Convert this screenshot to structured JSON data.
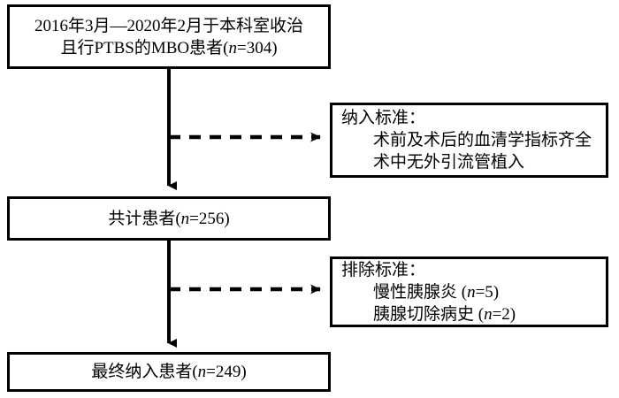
{
  "diagram": {
    "type": "flowchart",
    "orientation": "vertical",
    "title": "Patient selection flow diagram",
    "colors": {
      "stroke": "#000000",
      "fill": "#ffffff",
      "text": "#000000"
    },
    "nodes": {
      "source": {
        "line1": "2016年3月—2020年2月于本科室收治",
        "line2_prefix": "且行PTBS的MBO患者(",
        "line2_italic": "n",
        "line2_suffix": "=304)"
      },
      "total": {
        "prefix": "共计患者(",
        "italic": "n",
        "suffix": "=256)"
      },
      "final": {
        "prefix": "最终纳入患者(",
        "italic": "n",
        "suffix": "=249)"
      },
      "inclusion": {
        "title": "纳入标准：",
        "item1": "术前及术后的血清学指标齐全",
        "item2": "术中无外引流管植入"
      },
      "exclusion": {
        "title": "排除标准：",
        "item1_prefix": "慢性胰腺炎 (",
        "item1_italic": "n",
        "item1_suffix": "=5)",
        "item2_prefix": "胰腺切除病史 (",
        "item2_italic": "n",
        "item2_suffix": "=2)"
      }
    },
    "edges": [
      {
        "name": "source-to-total",
        "style": "solid",
        "arrow": "down"
      },
      {
        "name": "source-to-inclusion",
        "style": "dashed",
        "arrow": "right"
      },
      {
        "name": "total-to-final",
        "style": "solid",
        "arrow": "down"
      },
      {
        "name": "total-to-exclusion",
        "style": "dashed",
        "arrow": "right"
      }
    ]
  }
}
